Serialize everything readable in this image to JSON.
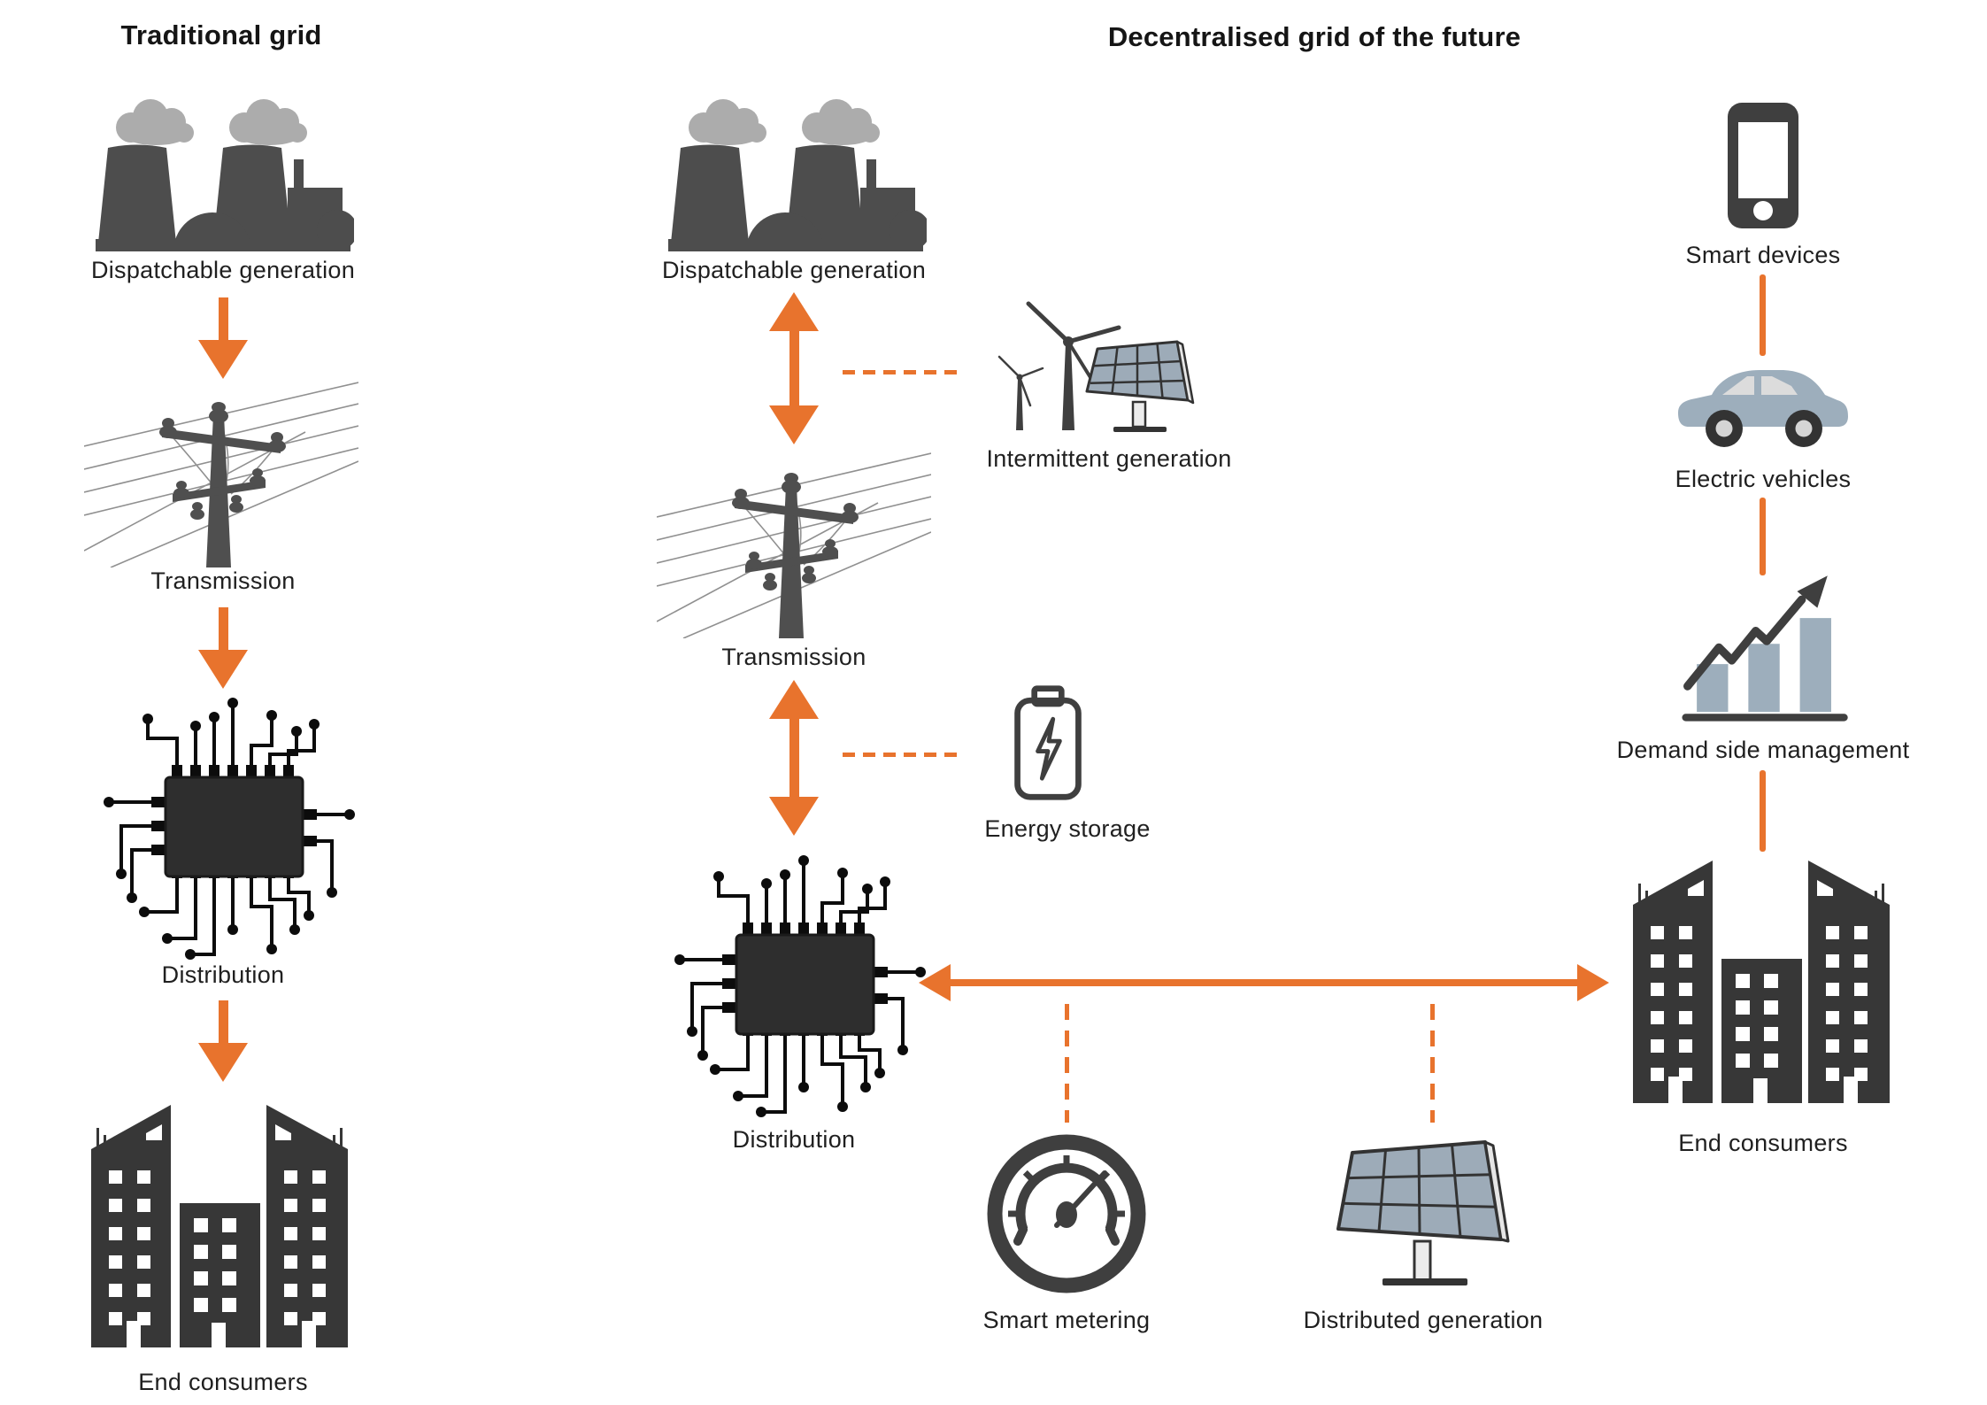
{
  "palette": {
    "accent_orange": "#E8732D",
    "icon_dark_gray": "#3F3F3F",
    "power_plant_gray": "#4D4D4D",
    "building_charcoal": "#373737",
    "gray_blue": "#9DAEBC",
    "smoke_gray": "#ACACAC",
    "text": "#202020",
    "background": "#FFFFFF"
  },
  "traditional": {
    "title": "Traditional grid",
    "nodes": [
      {
        "id": "dispatchable-generation",
        "label": "Dispatchable generation",
        "icon": "power-plant-icon"
      },
      {
        "id": "transmission",
        "label": "Transmission",
        "icon": "power-lines-icon"
      },
      {
        "id": "distribution",
        "label": "Distribution",
        "icon": "microchip-icon"
      },
      {
        "id": "end-consumers",
        "label": "End consumers",
        "icon": "buildings-icon"
      }
    ]
  },
  "future": {
    "title": "Decentralised grid of the future",
    "backbone": [
      {
        "id": "dispatchable-generation",
        "label": "Dispatchable generation",
        "icon": "power-plant-icon"
      },
      {
        "id": "transmission",
        "label": "Transmission",
        "icon": "power-lines-icon"
      },
      {
        "id": "distribution",
        "label": "Distribution",
        "icon": "microchip-icon"
      }
    ],
    "distributed_resources": [
      {
        "id": "intermittent-generation",
        "label": "Intermittent generation",
        "icon": "wind-turbine-solar-icon"
      },
      {
        "id": "energy-storage",
        "label": "Energy storage",
        "icon": "battery-icon"
      },
      {
        "id": "smart-metering",
        "label": "Smart metering",
        "icon": "gauge-icon"
      },
      {
        "id": "distributed-generation",
        "label": "Distributed generation",
        "icon": "solar-panel-icon"
      }
    ],
    "demand_side": [
      {
        "id": "smart-devices",
        "label": "Smart devices",
        "icon": "smartphone-icon"
      },
      {
        "id": "electric-vehicles",
        "label": "Electric vehicles",
        "icon": "car-icon"
      },
      {
        "id": "demand-side-management",
        "label": "Demand side management",
        "icon": "bar-chart-arrow-icon"
      },
      {
        "id": "end-consumers",
        "label": "End consumers",
        "icon": "buildings-icon"
      }
    ]
  }
}
